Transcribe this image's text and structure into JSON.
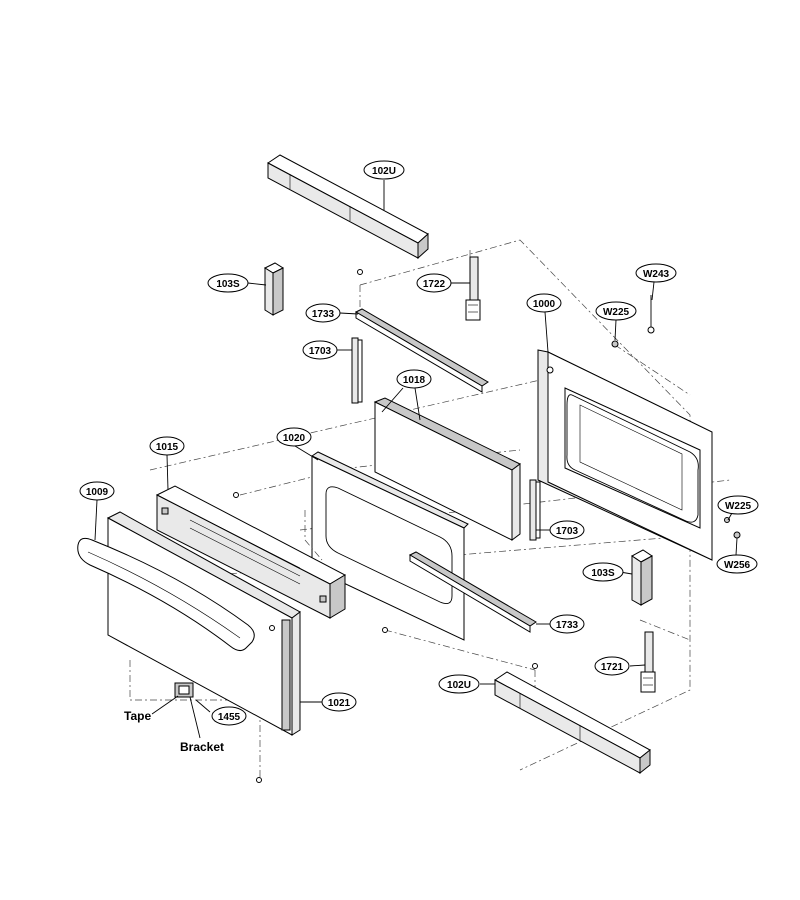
{
  "callouts": [
    {
      "id": "c-102u-top",
      "text": "102U"
    },
    {
      "id": "c-103s-left",
      "text": "103S"
    },
    {
      "id": "c-1722",
      "text": "1722"
    },
    {
      "id": "c-w243",
      "text": "W243"
    },
    {
      "id": "c-1733-top",
      "text": "1733"
    },
    {
      "id": "c-w225-top",
      "text": "W225"
    },
    {
      "id": "c-1000",
      "text": "1000"
    },
    {
      "id": "c-1703-left",
      "text": "1703"
    },
    {
      "id": "c-1018",
      "text": "1018"
    },
    {
      "id": "c-1020",
      "text": "1020"
    },
    {
      "id": "c-1015",
      "text": "1015"
    },
    {
      "id": "c-1009",
      "text": "1009"
    },
    {
      "id": "c-w225-right",
      "text": "W225"
    },
    {
      "id": "c-1703-right",
      "text": "1703"
    },
    {
      "id": "c-w256",
      "text": "W256"
    },
    {
      "id": "c-103s-right",
      "text": "103S"
    },
    {
      "id": "c-1733-bottom",
      "text": "1733"
    },
    {
      "id": "c-1721",
      "text": "1721"
    },
    {
      "id": "c-102u-bottom",
      "text": "102U"
    },
    {
      "id": "c-1021",
      "text": "1021"
    },
    {
      "id": "c-1455",
      "text": "1455"
    }
  ],
  "notes": {
    "tape": "Tape",
    "bracket": "Bracket"
  }
}
